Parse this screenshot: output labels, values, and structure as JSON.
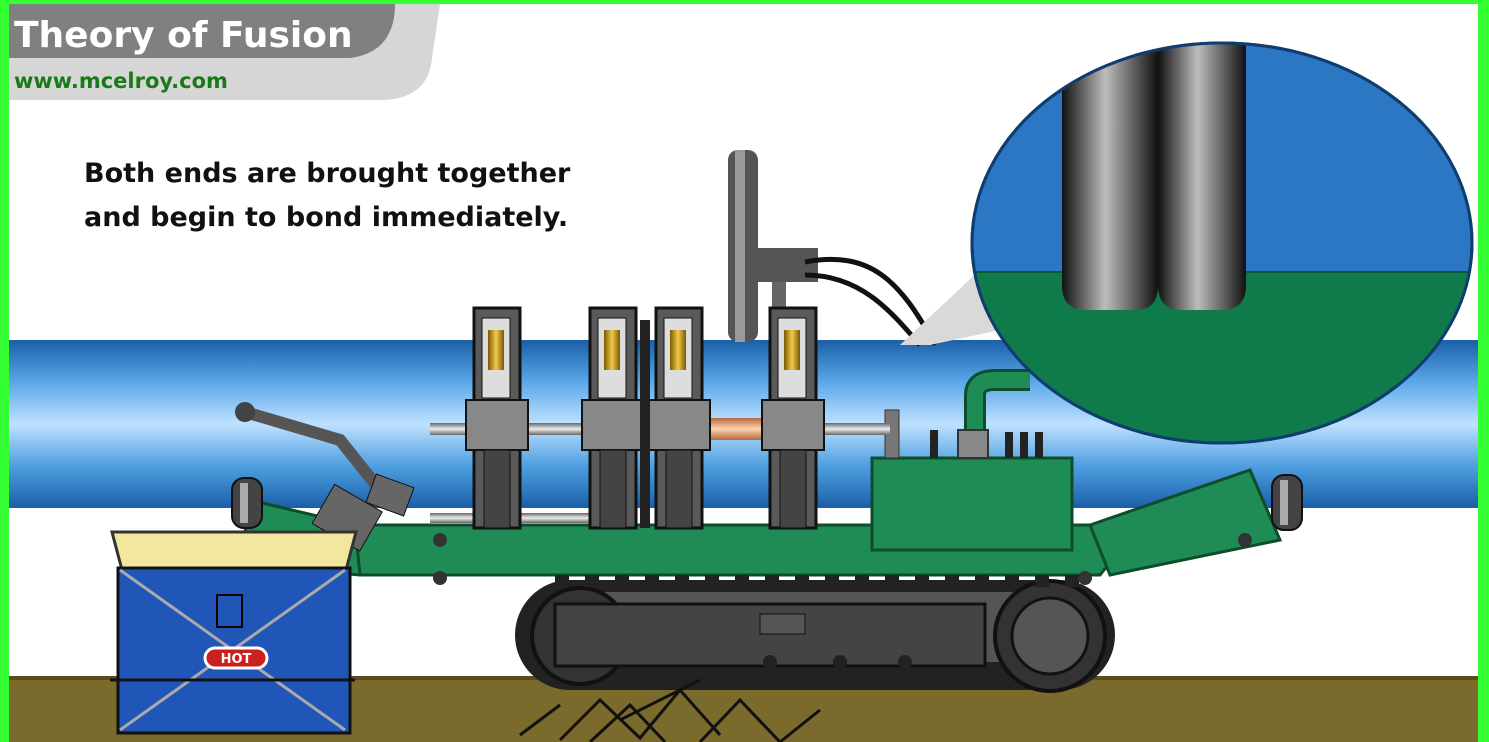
{
  "header": {
    "title": "Theory of Fusion",
    "url": "www.mcelroy.com"
  },
  "caption": {
    "line1": "Both ends are brought together",
    "line2": "and begin to bond immediately."
  },
  "heater": {
    "label": "HOT"
  },
  "colors": {
    "frame_green": "#33ff33",
    "pipe_blue": "#2e79c4",
    "machine_green": "#1f8c55",
    "ground_brown": "#7a6a2c",
    "heater_blue": "#1f56b8",
    "hot_red": "#cc1f1f",
    "title_text": "#ffffff",
    "url_text": "#1a7a1a"
  },
  "icons": {
    "fusion_machine": "fusion-machine-illustration",
    "magnified_joint": "magnifier-bead-illustration",
    "heater_plate": "heater-box-illustration"
  }
}
